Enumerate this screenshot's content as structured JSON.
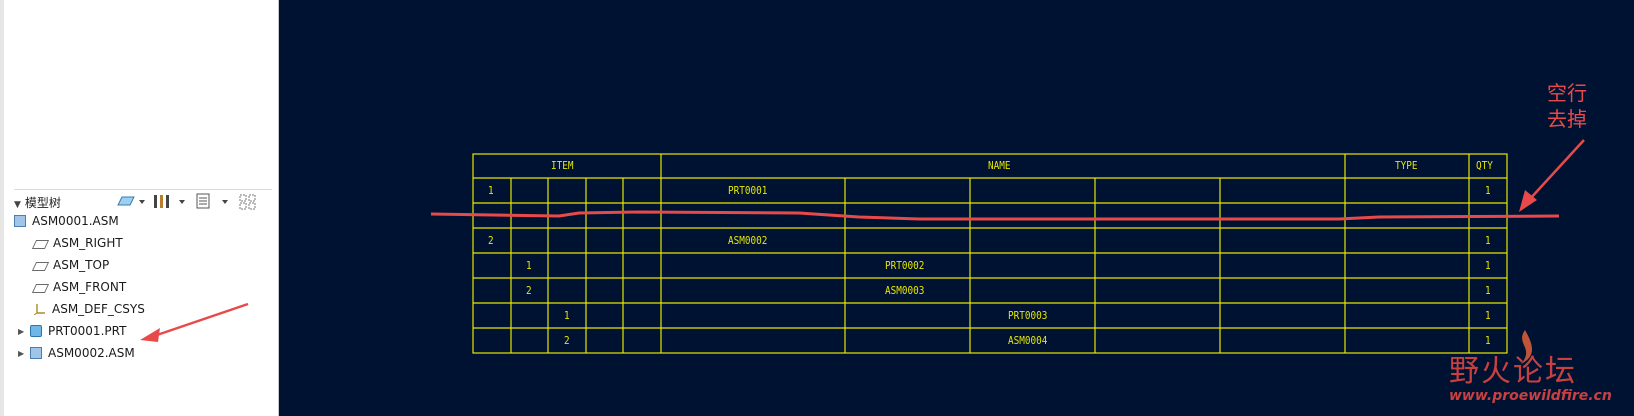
{
  "model_tree": {
    "title": "模型树",
    "nodes": [
      {
        "label": "ASM0001.ASM",
        "icon": "assembly-icon"
      },
      {
        "label": "ASM_RIGHT",
        "icon": "datum-plane-icon"
      },
      {
        "label": "ASM_TOP",
        "icon": "datum-plane-icon"
      },
      {
        "label": "ASM_FRONT",
        "icon": "datum-plane-icon"
      },
      {
        "label": "ASM_DEF_CSYS",
        "icon": "csys-icon"
      },
      {
        "label": "PRT0001.PRT",
        "icon": "part-icon"
      },
      {
        "label": "ASM0002.ASM",
        "icon": "assembly-icon"
      }
    ]
  },
  "bom_table": {
    "headers": {
      "item": "ITEM",
      "name": "NAME",
      "type": "TYPE",
      "qty": "QTY"
    },
    "rows": [
      {
        "level": 0,
        "item": "1",
        "name": "PRT0001",
        "qty": "1"
      },
      {
        "level": 0,
        "item": "",
        "name": "",
        "qty": ""
      },
      {
        "level": 0,
        "item": "2",
        "name": "ASM0002",
        "qty": "1"
      },
      {
        "level": 1,
        "item": "1",
        "name": "PRT0002",
        "qty": "1"
      },
      {
        "level": 1,
        "item": "2",
        "name": "ASM0003",
        "qty": "1"
      },
      {
        "level": 2,
        "item": "1",
        "name": "PRT0003",
        "qty": "1"
      },
      {
        "level": 2,
        "item": "2",
        "name": "ASM0004",
        "qty": "1"
      }
    ]
  },
  "annotation": {
    "line1": "空行",
    "line2": "去掉"
  },
  "watermark": {
    "text": "野火论坛",
    "url": "www.proewildfire.cn"
  },
  "colors": {
    "canvas_bg": "#001232",
    "table_line": "#e6e600",
    "annotation": "#e84a4a"
  }
}
